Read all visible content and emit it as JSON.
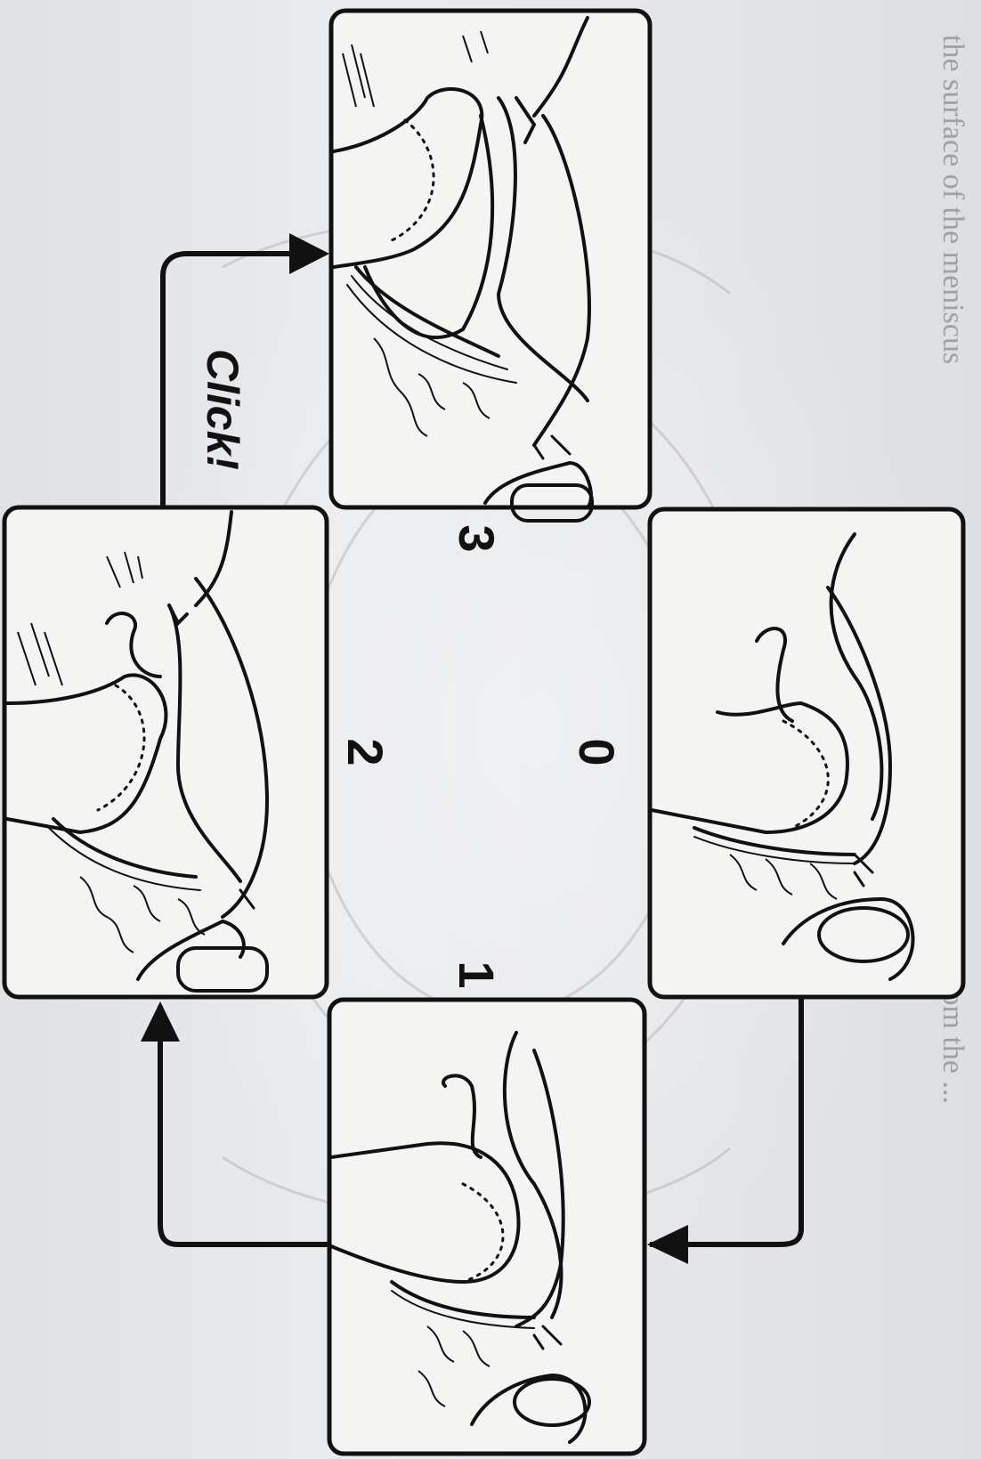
{
  "labels": {
    "stage0": "0",
    "stage1": "1",
    "stage2": "2",
    "stage3": "3",
    "click": "Click!"
  },
  "background_text": {
    "line1": "the surface of the meniscus",
    "line2": "... separated from the ..."
  },
  "colors": {
    "ink": "#111111",
    "panel": "#f4f4f2",
    "background": "#e6e8ea"
  }
}
